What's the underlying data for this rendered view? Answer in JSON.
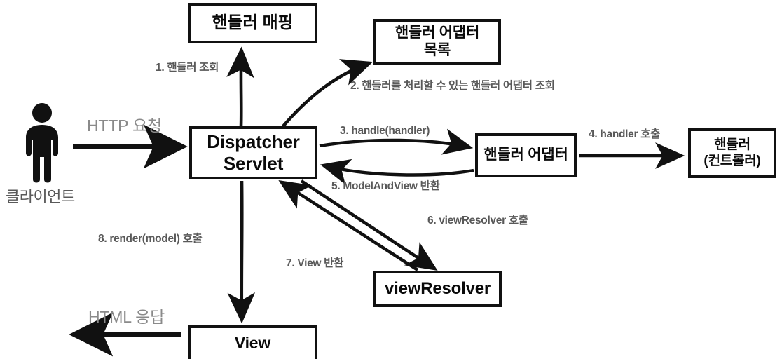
{
  "diagram": {
    "title": "Spring MVC DispatcherServlet flow",
    "colors": {
      "node_border": "#111111",
      "node_text": "#0a0a0a",
      "edge_label": "#595959",
      "io_label": "#8a8a8a",
      "arrow": "#111111",
      "background": "#ffffff"
    },
    "actor": {
      "icon": "person-icon",
      "label": "클라이언트"
    },
    "io_labels": {
      "request": "HTTP 요청",
      "response": "HTML 응답"
    },
    "nodes": [
      {
        "id": "handler-mapping",
        "label": "핸들러 매핑"
      },
      {
        "id": "adapter-list",
        "label": "핸들러 어댑터\n목록"
      },
      {
        "id": "dispatcher",
        "label": "Dispatcher\nServlet"
      },
      {
        "id": "handler-adapter",
        "label": "핸들러 어댑터"
      },
      {
        "id": "handler",
        "label": "핸들러\n(컨트롤러)"
      },
      {
        "id": "view-resolver",
        "label": "viewResolver"
      },
      {
        "id": "view",
        "label": "View"
      }
    ],
    "edges": [
      {
        "step": "1",
        "label": "1. 핸들러 조회",
        "from": "dispatcher",
        "to": "handler-mapping"
      },
      {
        "step": "2",
        "label": "2. 핸들러를 처리할 수 있는 핸들러 어댑터 조회",
        "from": "dispatcher",
        "to": "adapter-list"
      },
      {
        "step": "3",
        "label": "3. handle(handler)",
        "from": "dispatcher",
        "to": "handler-adapter"
      },
      {
        "step": "4",
        "label": "4. handler 호출",
        "from": "handler-adapter",
        "to": "handler"
      },
      {
        "step": "5",
        "label": "5. ModelAndView 반환",
        "from": "handler-adapter",
        "to": "dispatcher"
      },
      {
        "step": "6",
        "label": "6. viewResolver 호출",
        "from": "dispatcher",
        "to": "view-resolver"
      },
      {
        "step": "7",
        "label": "7. View 반환",
        "from": "view-resolver",
        "to": "dispatcher"
      },
      {
        "step": "8",
        "label": "8. render(model) 호출",
        "from": "dispatcher",
        "to": "view"
      }
    ]
  }
}
